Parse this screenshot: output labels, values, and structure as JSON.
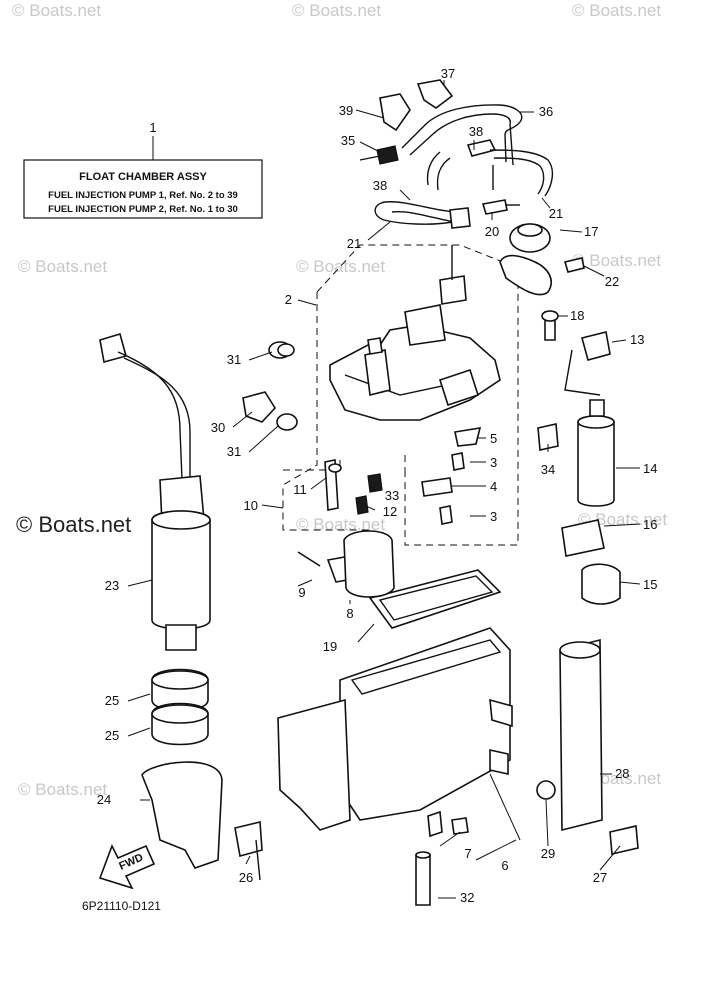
{
  "title_box": {
    "heading": "FLOAT CHAMBER ASSY",
    "line1": "FUEL INJECTION PUMP 1, Ref. No. 2 to 39",
    "line2": "FUEL INJECTION PUMP 2, Ref. No. 1 to 30"
  },
  "diagram_code": "6P21110-D121",
  "fwd_label": "FWD",
  "watermark": "© Boats.net",
  "watermark_strong": "© Boats.net",
  "callouts": {
    "c1": "1",
    "c2": "2",
    "c3a": "3",
    "c3b": "3",
    "c4": "4",
    "c5": "5",
    "c6": "6",
    "c7": "7",
    "c8": "8",
    "c9": "9",
    "c10": "10",
    "c11": "11",
    "c12": "12",
    "c13": "13",
    "c14": "14",
    "c15": "15",
    "c16": "16",
    "c17": "17",
    "c18": "18",
    "c19": "19",
    "c20": "20",
    "c21a": "21",
    "c21b": "21",
    "c22": "22",
    "c23": "23",
    "c24": "24",
    "c25a": "25",
    "c25b": "25",
    "c26": "26",
    "c27": "27",
    "c28": "28",
    "c29": "29",
    "c30": "30",
    "c31a": "31",
    "c31b": "31",
    "c32": "32",
    "c33": "33",
    "c34": "34",
    "c35": "35",
    "c36": "36",
    "c37": "37",
    "c38a": "38",
    "c38b": "38",
    "c39": "39"
  }
}
